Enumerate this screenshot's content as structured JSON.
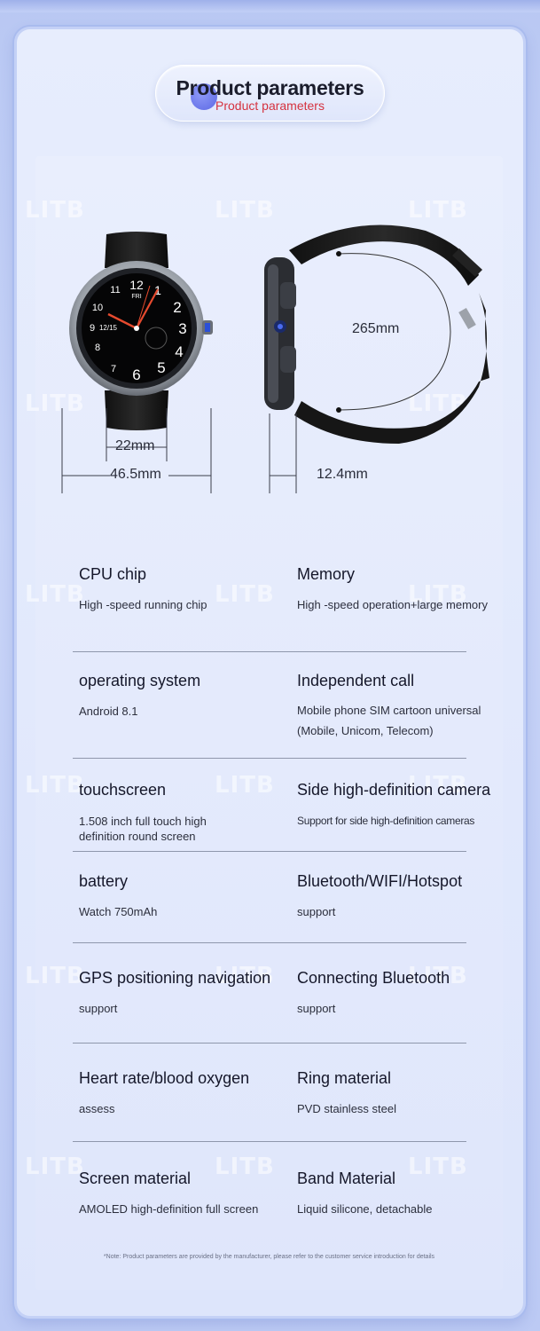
{
  "header": {
    "title": "Product parameters",
    "subtitle": "Product parameters"
  },
  "dimensions": {
    "band_width": "22mm",
    "case_width": "46.5mm",
    "thickness": "12.4mm",
    "strap_length": "265mm"
  },
  "watch_face": {
    "day": "FRI",
    "date": "12/15",
    "numerals": [
      "12",
      "1",
      "2",
      "3",
      "4",
      "5",
      "6",
      "7",
      "8",
      "9",
      "10",
      "11"
    ]
  },
  "watermark_text": "LITB",
  "specs": [
    {
      "title": "CPU chip",
      "desc": [
        "High -speed running chip"
      ]
    },
    {
      "title": "Memory",
      "desc": [
        "High -speed operation+large memory"
      ]
    },
    {
      "title": "operating system",
      "desc": [
        "Android 8.1"
      ]
    },
    {
      "title": "Independent call",
      "desc": [
        "Mobile phone SIM cartoon universal",
        "(Mobile, Unicom, Telecom)"
      ]
    },
    {
      "title": "touchscreen",
      "desc": [
        "1.508 inch full touch high",
        "definition round screen"
      ]
    },
    {
      "title": "Side high-definition camera",
      "desc": [
        "Support for side high-definition cameras"
      ]
    },
    {
      "title": "battery",
      "desc": [
        "Watch 750mAh"
      ]
    },
    {
      "title": "Bluetooth/WIFI/Hotspot",
      "desc": [
        "support"
      ]
    },
    {
      "title": "GPS positioning navigation",
      "desc": [
        "support"
      ]
    },
    {
      "title": "Connecting Bluetooth",
      "desc": [
        "support"
      ]
    },
    {
      "title": "Heart rate/blood oxygen",
      "desc": [
        "assess"
      ]
    },
    {
      "title": "Ring material",
      "desc": [
        "PVD stainless steel"
      ]
    },
    {
      "title": "Screen material",
      "desc": [
        "AMOLED high-definition full screen"
      ]
    },
    {
      "title": "Band Material",
      "desc": [
        "Liquid silicone, detachable"
      ]
    }
  ],
  "footnote": "*Note: Product parameters are provided by the manufacturer, please refer to the customer service introduction for details",
  "colors": {
    "accent_red": "#d5323f",
    "card_border": "#a9bbee",
    "background": "#c7d3f7"
  }
}
